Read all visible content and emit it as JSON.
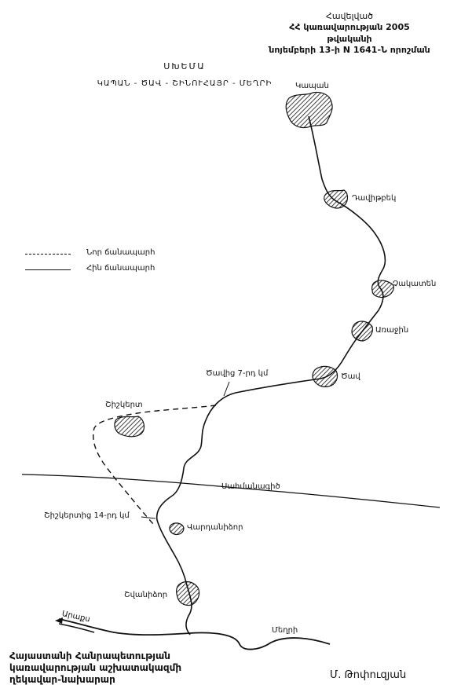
{
  "header": {
    "approved_word": "Հավելված",
    "approval_line_1": "ՀՀ կառավարության 2005 թվականի",
    "approval_line_2": "նոյեմբերի 13-ի N 1641-Ն որոշման"
  },
  "title": {
    "scheme": "ՍԽԵՄԱ",
    "route": "ԿԱՊԱՆ - ԾԱՎ - ՇԻՆՈՒՀԱՅՐ - ՄԵՂՐԻ"
  },
  "legend": {
    "planned_label": "Նոր ճանապարհ",
    "existing_label": "Հին ճանապարհ"
  },
  "places": {
    "kapan": "Կապան",
    "davitbek": "Դավիթբեկ",
    "chakaten": "Չակատեն",
    "araksh": "Առաջին",
    "tsav": "Ծավ",
    "tsav_km": "Ծավից 7-րդ կմ",
    "shishkert": "Շիշկերտ",
    "shishkert_km": "Շիշկերտից 14-րդ կմ",
    "vardanidzor": "Վարդանիձոր",
    "shvanidzor": "Շվանիձոր",
    "border": "Սահմանագիծ",
    "araks": "Արաքս",
    "meghri": "Մեղրի"
  },
  "footer": {
    "org_line_1": "Հայաստանի Հանրապետության",
    "org_line_2": "կառավարության աշխատակազմի",
    "org_line_3": "ղեկավար-նախարար",
    "signature": "Մ. Թոփուզյան"
  },
  "colors": {
    "ink": "#111111",
    "paper": "#ffffff"
  }
}
